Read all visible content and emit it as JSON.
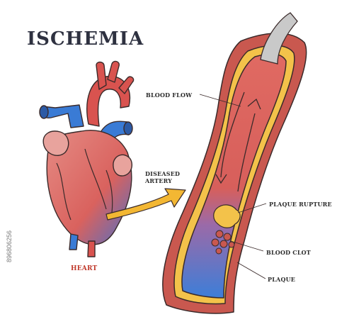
{
  "title": "ISCHEMIA",
  "labels": {
    "blood_flow": "BLOOD FLOW",
    "diseased_artery_line1": "DISEASED",
    "diseased_artery_line2": "ARTERY",
    "plaque_rupture": "PLAQUE RUPTURE",
    "blood_clot": "BLOOD CLOT",
    "plaque": "PLAQUE",
    "heart": "HEART"
  },
  "watermark": "896806256",
  "colors": {
    "title": "#2e3140",
    "artery_wall": "#c9584f",
    "artery_inner": "#e9908a",
    "plaque": "#f3c24a",
    "vein_blue": "#3a7bd5",
    "arrow": "#f3b733",
    "outline": "#3a2a2a"
  }
}
